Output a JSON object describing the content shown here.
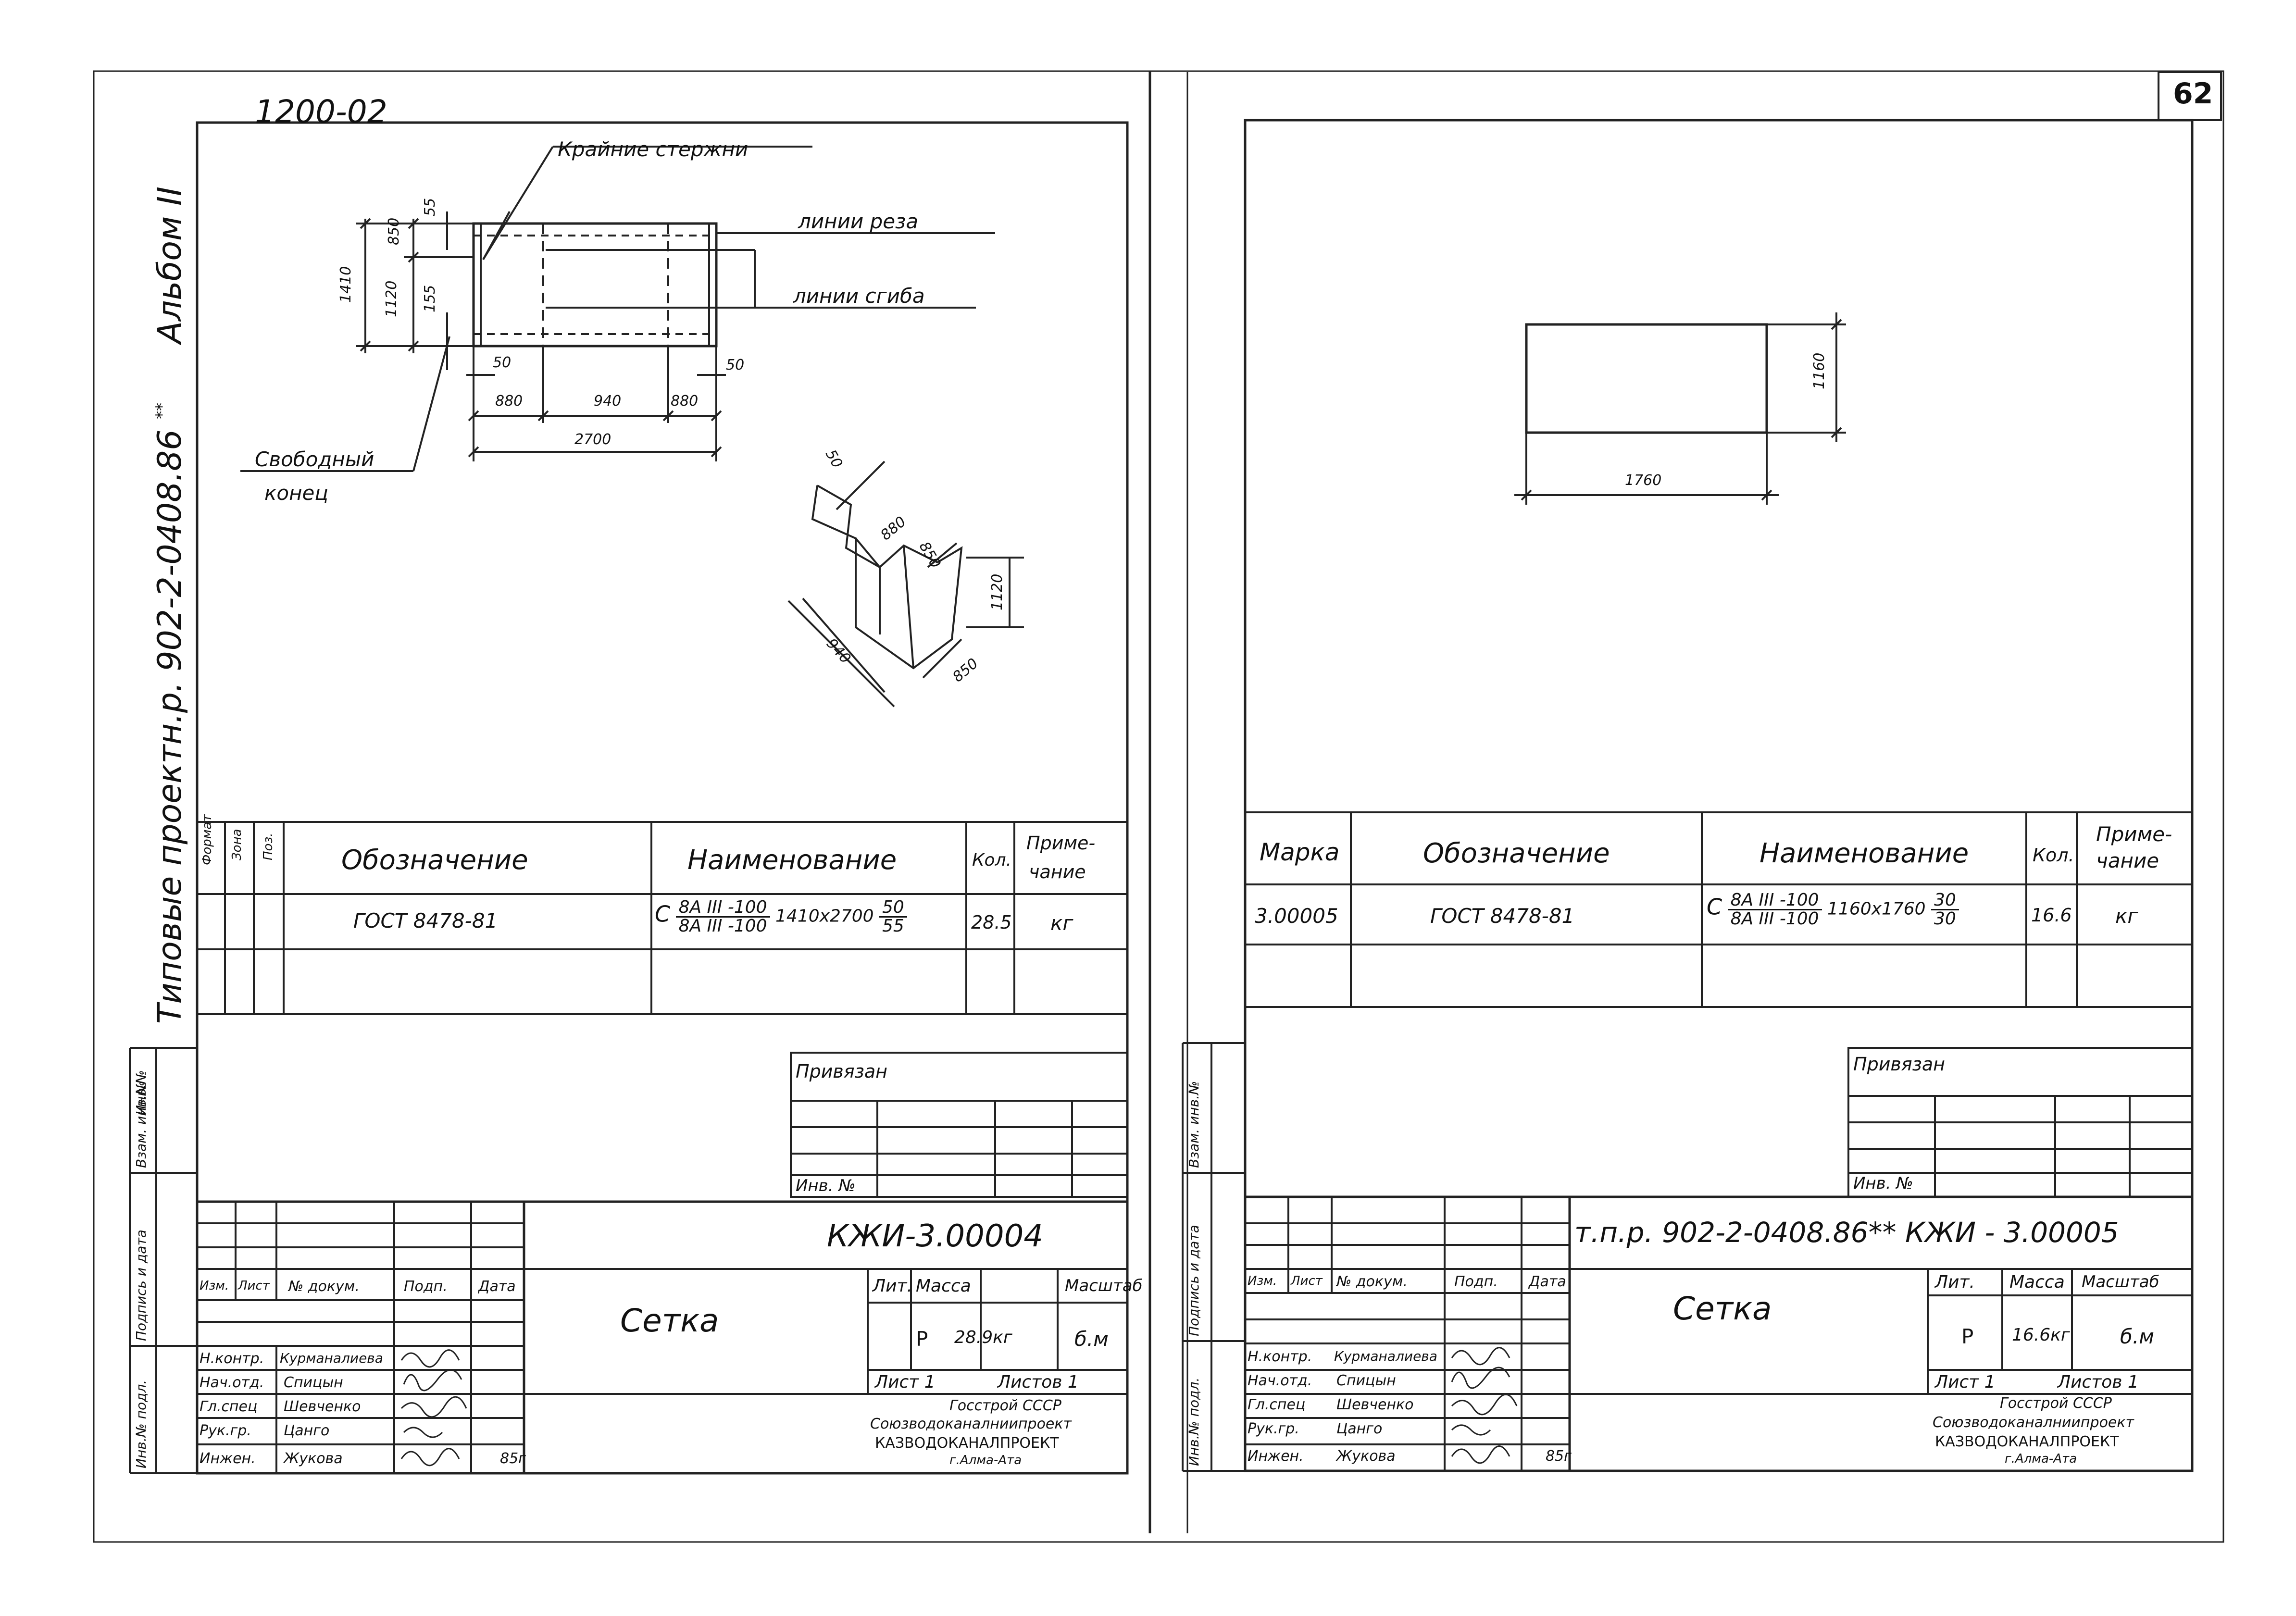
{
  "page_number": "62",
  "left_sheet": {
    "corner_code": "1200-02",
    "vertical_title": "Типовые проектн.р. 902-2-0408.86",
    "vertical_suffix": "**",
    "album": "Альбом II",
    "callouts": {
      "edge_bars": "Крайние стержни",
      "cut_lines": "линии реза",
      "bend_lines": "линии сгиба",
      "free_end_1": "Свободный",
      "free_end_2": "конец"
    },
    "dims": {
      "d55": "55",
      "d850a": "850",
      "d1410": "1410",
      "d1120": "1120",
      "d155": "155",
      "d50a": "50",
      "d50b": "50",
      "d880a": "880",
      "d940": "940",
      "d880b": "880",
      "d2700": "2700",
      "iso_d50": "50",
      "iso_d880": "880",
      "iso_d850": "850",
      "iso_d1120": "1120",
      "iso_d940": "940",
      "iso_d850b": "850"
    },
    "spec_headers": {
      "format": "Формат",
      "zone": "Зона",
      "pos": "Поз.",
      "designation": "Обозначение",
      "name": "Наименование",
      "qty": "Кол.",
      "note_1": "Приме-",
      "note_2": "чание"
    },
    "spec_row": {
      "designation": "ГОСТ 8478-81",
      "prefix": "С",
      "num": "8А III -100",
      "den": "8А III -100",
      "size": "1410х2700",
      "frac_num": "50",
      "frac_den": "55",
      "qty": "28.5",
      "note": "кг"
    },
    "side_labels": [
      "Инв.№ подл.",
      "Подпись и дата",
      "Взам. инв.№",
      "Инв.№"
    ],
    "privyazan": "Привязан",
    "inv_no": "Инв. №",
    "doc_code": "КЖИ-3.00004",
    "title_headers": [
      "Изм.",
      "Лист",
      "№ докум.",
      "Подп.",
      "Дата"
    ],
    "sheet_title": "Сетка",
    "lit_header": "Лит.",
    "mass_header": "Масса",
    "scale_header": "Масштаб",
    "lit": "Р",
    "mass": "28.9кг",
    "scale": "б.м",
    "sheet": "Лист 1",
    "sheets": "Листов 1",
    "org_1": "Госстрой СССР",
    "org_2": "Союзводоканалниипроект",
    "org_3": "КАЗВОДОКАНАЛПРОЕКТ",
    "org_4": "г.Алма-Ата",
    "people": [
      {
        "role": "Н.контр.",
        "name": "Курманалиева"
      },
      {
        "role": "Нач.отд.",
        "name": "Спицын"
      },
      {
        "role": "Гл.спец",
        "name": "Шевченко"
      },
      {
        "role": "Рук.гр.",
        "name": "Цанго"
      },
      {
        "role": "Инжен.",
        "name": "Жукова"
      }
    ],
    "year": "85г"
  },
  "right_sheet": {
    "dims": {
      "height": "1160",
      "width": "1760"
    },
    "spec_headers": {
      "mark": "Марка",
      "designation": "Обозначение",
      "name": "Наименование",
      "qty": "Кол.",
      "note_1": "Приме-",
      "note_2": "чание"
    },
    "spec_row": {
      "mark": "3.00005",
      "designation": "ГОСТ 8478-81",
      "prefix": "С",
      "num": "8А III -100",
      "den": "8А III -100",
      "size": "1160х1760",
      "frac_num": "30",
      "frac_den": "30",
      "qty": "16.6",
      "note": "кг"
    },
    "side_labels": [
      "Инв.№ подл.",
      "Подпись и дата",
      "Взам. инв.№"
    ],
    "privyazan": "Привязан",
    "inv_no": "Инв. №",
    "doc_code": "т.п.р. 902-2-0408.86** КЖИ - 3.00005",
    "title_headers": [
      "Изм.",
      "Лист",
      "№ докум.",
      "Подп.",
      "Дата"
    ],
    "sheet_title": "Сетка",
    "lit_header": "Лит.",
    "mass_header": "Масса",
    "scale_header": "Масштаб",
    "lit": "Р",
    "mass": "16.6кг",
    "scale": "б.м",
    "sheet": "Лист 1",
    "sheets": "Листов 1",
    "org_1": "Госстрой СССР",
    "org_2": "Союзводоканалниипроект",
    "org_3": "КАЗВОДОКАНАЛПРОЕКТ",
    "org_4": "г.Алма-Ата",
    "people": [
      {
        "role": "Н.контр.",
        "name": "Курманалиева"
      },
      {
        "role": "Нач.отд.",
        "name": "Спицын"
      },
      {
        "role": "Гл.спец",
        "name": "Шевченко"
      },
      {
        "role": "Рук.гр.",
        "name": "Цанго"
      },
      {
        "role": "Инжен.",
        "name": "Жукова"
      }
    ],
    "year": "85г"
  }
}
